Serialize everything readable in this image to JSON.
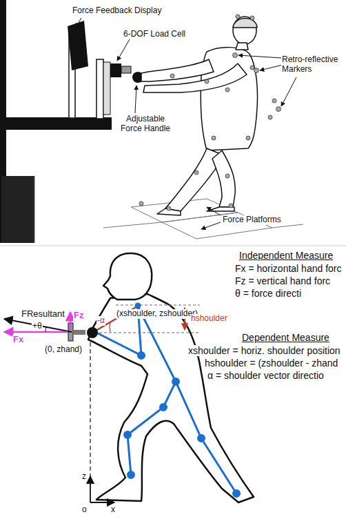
{
  "diagram": {
    "labels": [
      "Force Feedback Display",
      "6-DOF Load Cell",
      "Retro-reflective Markers",
      "Adjustable Force Handle",
      "Force Platforms",
      "FResultant",
      "Fz",
      "+θ",
      "Fx",
      "-α",
      "(xshoulder, zshoulder)",
      "hshoulder",
      "(0, zhand)",
      "z",
      "x",
      "o",
      "Independent Measure",
      "Fx = horizontal hand forc",
      "Fz = vertical hand forc",
      "θ = force directi",
      "Dependent Measure",
      "xshoulder = horiz. shoulder position",
      "hshoulder = (zshoulder - zhand",
      "α = shoulder vector directio"
    ]
  }
}
